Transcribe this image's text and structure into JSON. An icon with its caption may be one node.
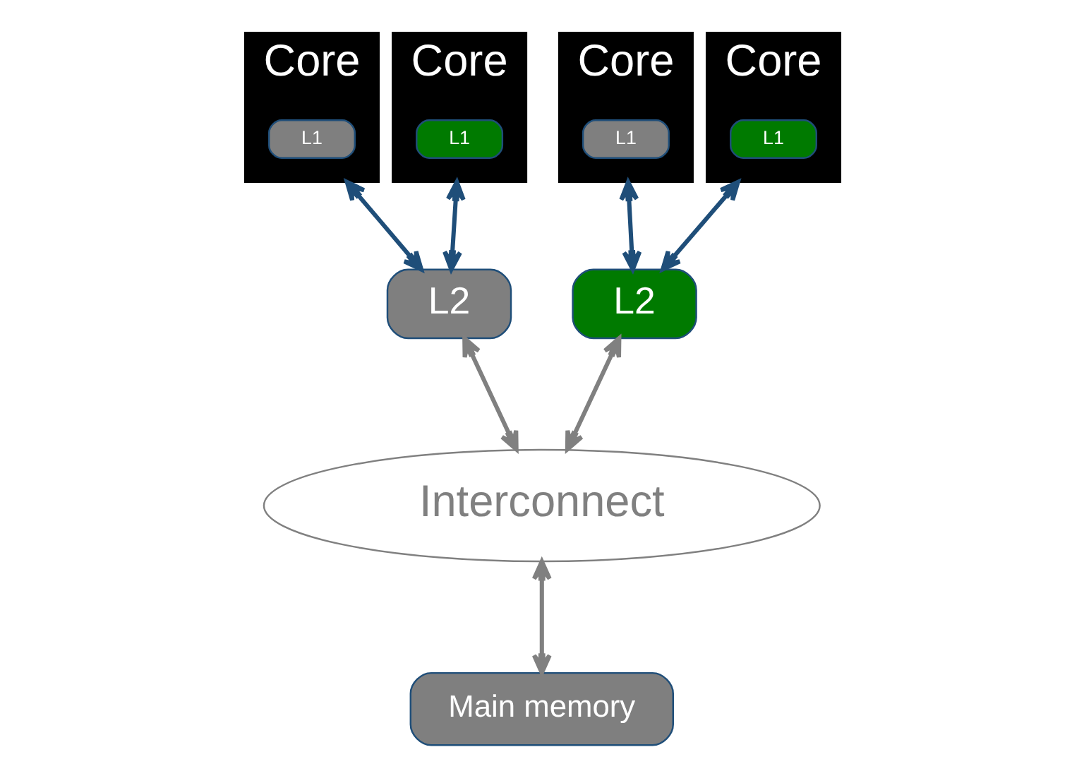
{
  "diagram": {
    "nodes": [
      {
        "text": [
          "Core"
        ]
      },
      {
        "text": [
          "L1"
        ],
        "in": 0
      },
      {
        "text": [
          "Core"
        ]
      },
      {
        "text": [
          "L1"
        ],
        "in": 2
      },
      {
        "text": [
          "L2"
        ]
      },
      {
        "text": [
          "Core"
        ]
      },
      {
        "text": [
          "L1"
        ],
        "in": 5
      },
      {
        "text": [
          "Core"
        ]
      },
      {
        "text": [
          "L1"
        ],
        "in": 7
      },
      {
        "text": [
          "L2"
        ]
      },
      {
        "text": [
          "Interconnect"
        ]
      },
      {
        "text": [
          "Main memory"
        ]
      }
    ],
    "edges": [
      {
        "from": 0,
        "to": 4,
        "arrow": "both",
        "color": "#1f4e79"
      },
      {
        "from": 2,
        "to": 4,
        "arrow": "both",
        "color": "#1f4e79"
      },
      {
        "from": 4,
        "to": 10,
        "arrow": "both",
        "color": "#808080"
      },
      {
        "from": 5,
        "to": 9,
        "arrow": "both",
        "color": "#1f4e79"
      },
      {
        "from": 7,
        "to": 9,
        "arrow": "both",
        "color": "#1f4e79"
      },
      {
        "from": 9,
        "to": 10,
        "arrow": "both",
        "color": "#808080"
      },
      {
        "from": 10,
        "to": 11,
        "arrow": "both",
        "color": "#808080"
      }
    ]
  }
}
